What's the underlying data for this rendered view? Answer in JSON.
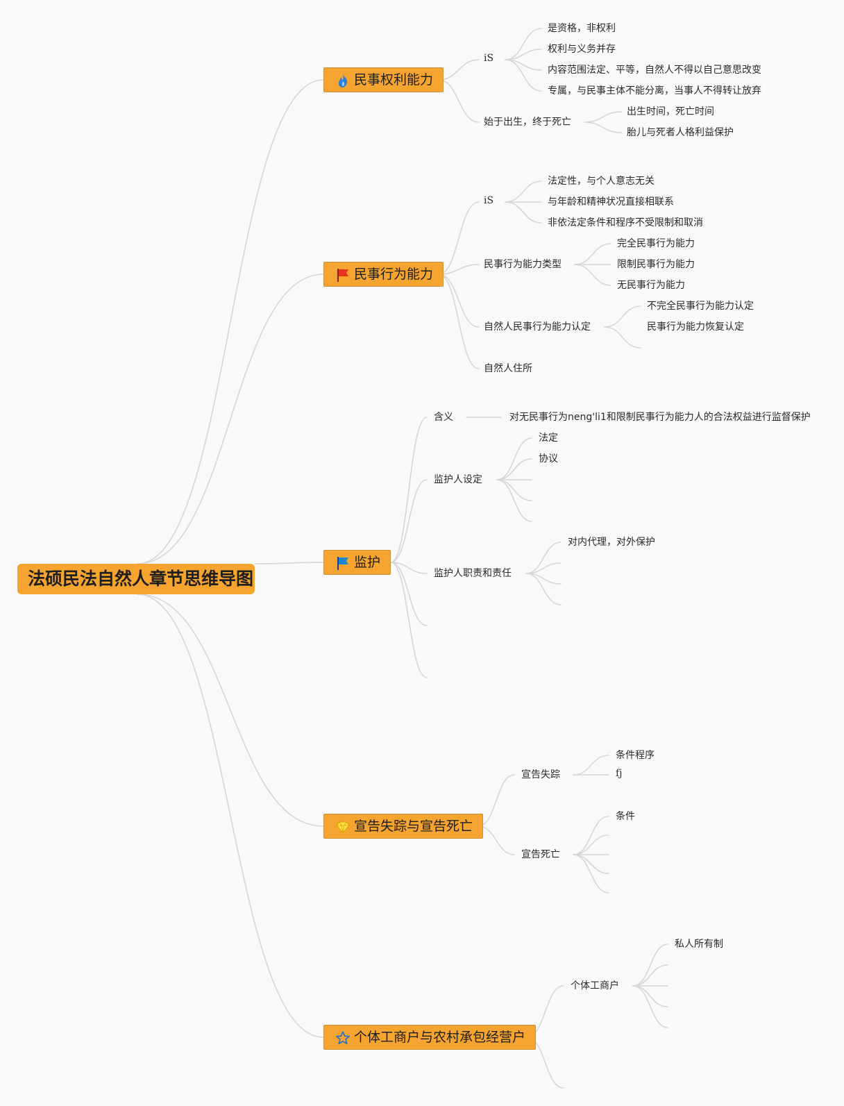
{
  "root": {
    "label": "法硕民法自然人章节思维导图"
  },
  "branches": {
    "b1": {
      "label": "民事权利能力",
      "icon": "fire-icon",
      "children": {
        "is": {
          "label": "iS",
          "items": [
            "是资格，非权利",
            "权利与义务并存",
            "内容范围法定、平等，自然人不得以自己意思改变",
            "专属，与民事主体不能分离，当事人不得转让放弃"
          ]
        },
        "shizhong": {
          "label": "始于出生，终于死亡",
          "items": [
            "出生时间，死亡时间",
            "胎儿与死者人格利益保护"
          ]
        }
      }
    },
    "b2": {
      "label": "民事行为能力",
      "icon": "red-flag-icon",
      "children": {
        "is": {
          "label": "iS",
          "items": [
            "法定性，与个人意志无关",
            "与年龄和精神状况直接相联系",
            "非依法定条件和程序不受限制和取消"
          ]
        },
        "types": {
          "label": "民事行为能力类型",
          "items": [
            "完全民事行为能力",
            "限制民事行为能力",
            "无民事行为能力"
          ]
        },
        "rending": {
          "label": "自然人民事行为能力认定",
          "items": [
            "不完全民事行为能力认定",
            "民事行为能力恢复认定"
          ]
        },
        "zhusuo": {
          "label": "自然人住所"
        }
      }
    },
    "b3": {
      "label": "监护",
      "icon": "blue-flag-icon",
      "children": {
        "hanyi": {
          "label": "含义",
          "detail": "对无民事行为neng'li1和限制民事行为能力人的合法权益进行监督保护"
        },
        "sheding": {
          "label": "监护人设定",
          "items": [
            "法定",
            "协议"
          ]
        },
        "zhize": {
          "label": "监护人职责和责任",
          "items": [
            "对内代理，对外保护"
          ]
        }
      }
    },
    "b4": {
      "label": "宣告失踪与宣告死亡",
      "icon": "diamond-icon",
      "children": {
        "shizong": {
          "label": "宣告失踪",
          "items": [
            "条件程序",
            "fj"
          ]
        },
        "siwang": {
          "label": "宣告死亡",
          "items": [
            "条件"
          ]
        }
      }
    },
    "b5": {
      "label": "个体工商户与农村承包经营户",
      "icon": "star-icon",
      "children": {
        "geti": {
          "label": "个体工商户",
          "items": [
            "私人所有制"
          ]
        }
      }
    }
  },
  "colors": {
    "branch_fill": "#f6a430",
    "link": "#d6d6d6",
    "background": "#f9f9f9"
  }
}
